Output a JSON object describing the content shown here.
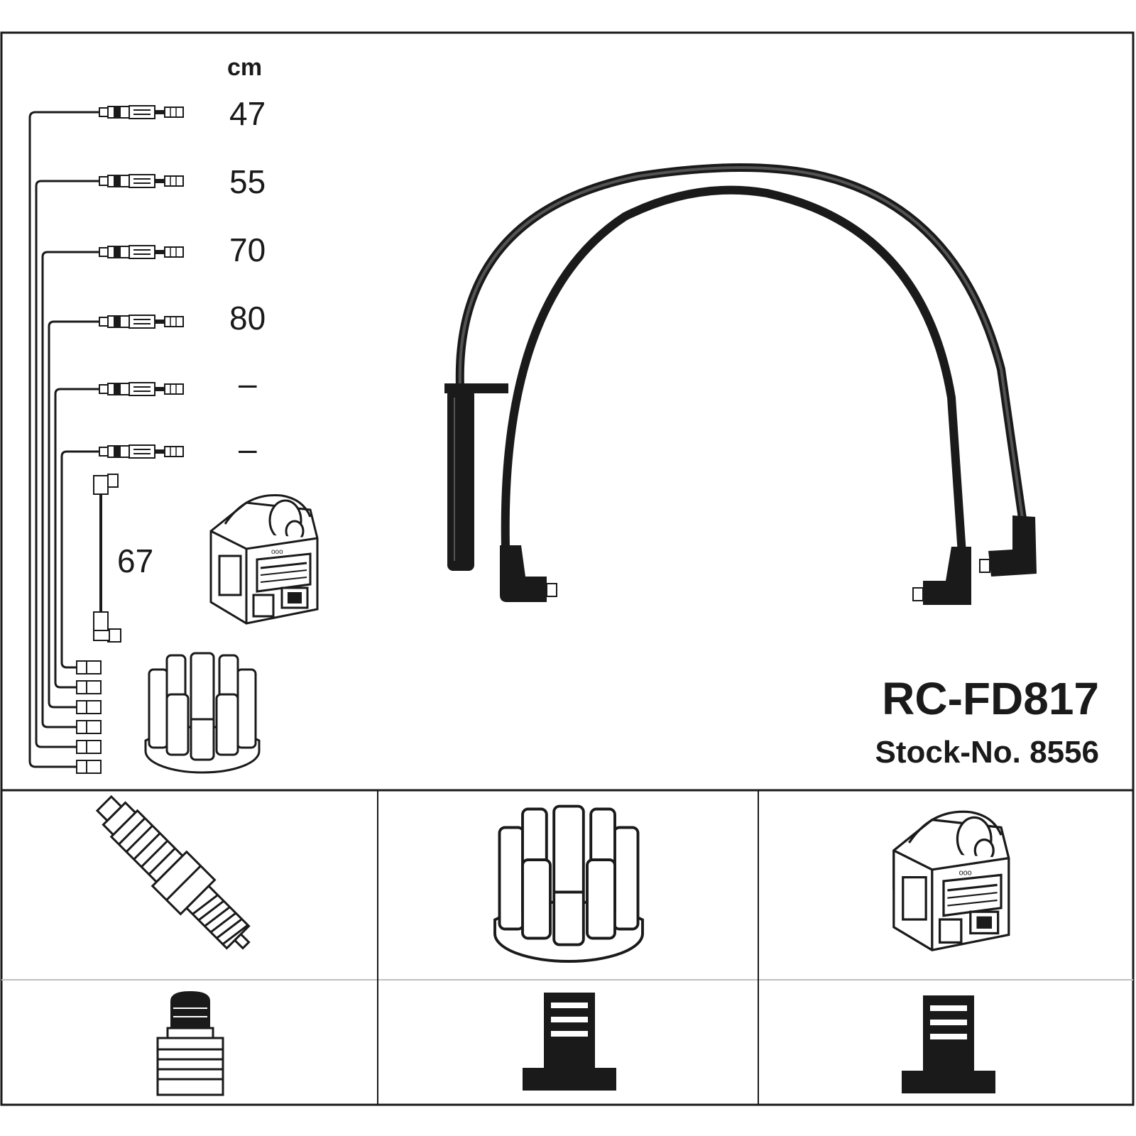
{
  "diagram": {
    "unit_label": "cm",
    "cable_lengths": [
      "47",
      "55",
      "70",
      "80",
      "–",
      "–"
    ],
    "coil_cable_length": "67",
    "product_code": "RC-FD817",
    "stock_number": "Stock-No. 8556"
  },
  "icons": {
    "spark_plug": "spark-plug-icon",
    "distributor_cap": "distributor-cap-icon",
    "ignition_coil": "ignition-coil-icon",
    "plug_boot_straight": "straight-boot-icon",
    "terminal_distributor": "distributor-terminal-icon",
    "terminal_coil": "coil-terminal-icon"
  },
  "colors": {
    "ink": "#1a1a1a",
    "background": "#ffffff"
  }
}
